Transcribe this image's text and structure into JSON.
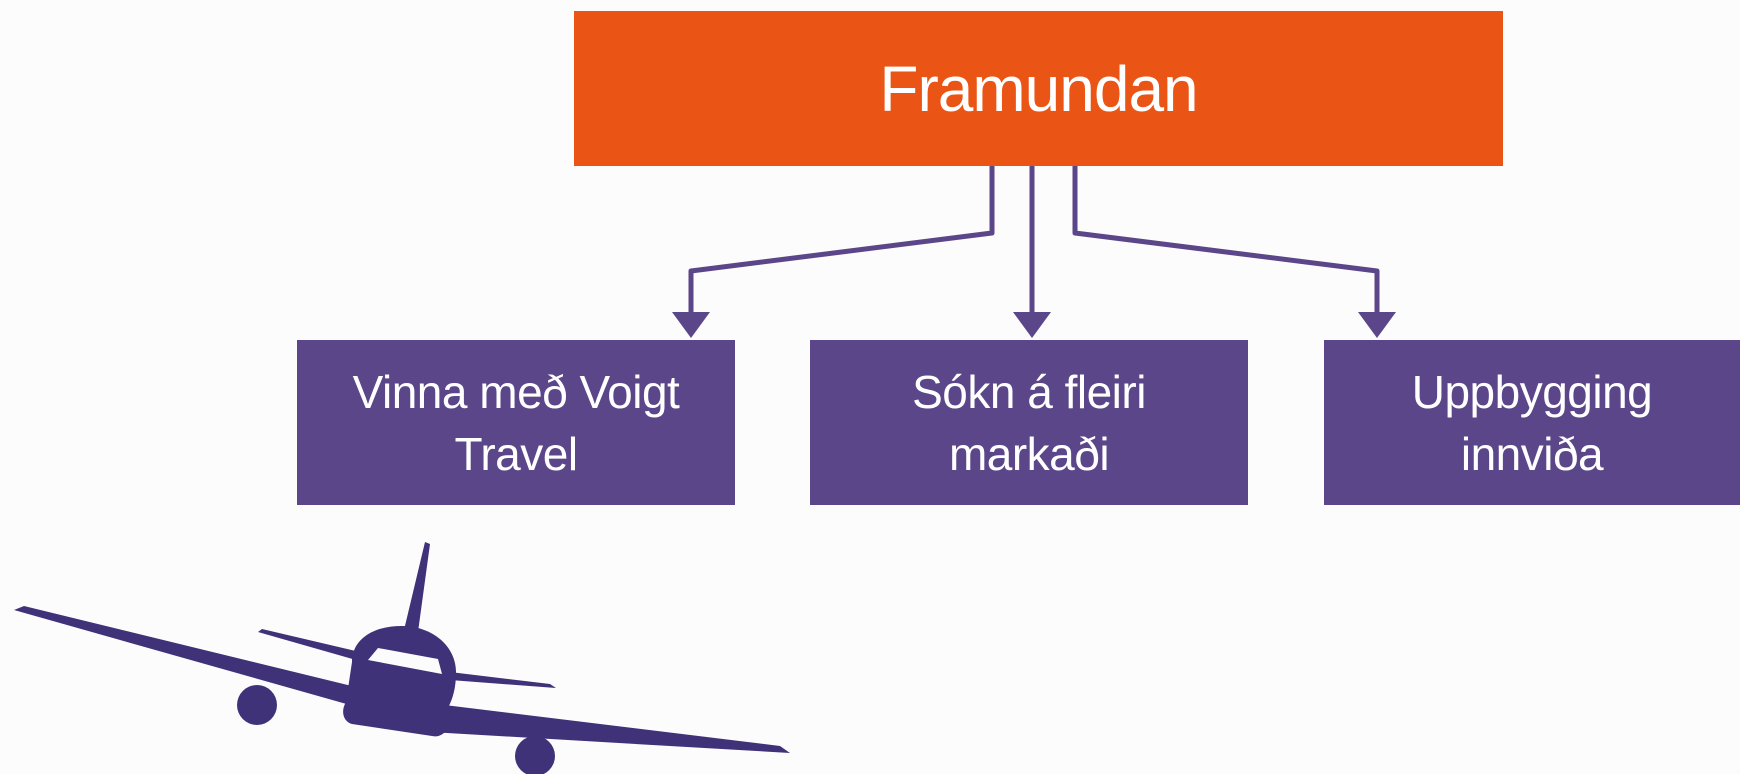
{
  "colors": {
    "root_fill": "#ea5415",
    "child_fill": "#5a4689",
    "connector": "#5a4689",
    "plane": "#3f3278",
    "text": "#ffffff"
  },
  "diagram": {
    "root": {
      "label": "Framundan"
    },
    "children": [
      {
        "label": "Vinna með Voigt Travel"
      },
      {
        "label": "Sókn á fleiri markaði"
      },
      {
        "label": "Uppbygging innviða"
      }
    ]
  },
  "icons": {
    "plane": "airplane-icon"
  }
}
